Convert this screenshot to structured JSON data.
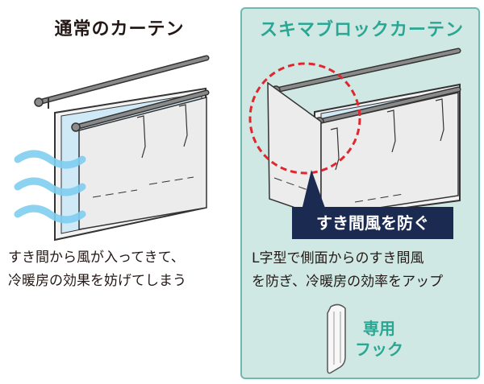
{
  "left": {
    "title": "通常のカーテン",
    "desc_line1": "すき間から風が入ってきて、",
    "desc_line2": "冷暖房の効果を妨げてしまう"
  },
  "right": {
    "title": "スキマブロックカーテン",
    "badge": "すき間風を防ぐ",
    "desc_line1": "L字型で側面からのすき間風",
    "desc_line2": "を防ぎ、冷暖房の効率をアップ",
    "hook_line1": "専用",
    "hook_line2": "フック"
  },
  "colors": {
    "accent": "#2aa693",
    "panel_bg": "#cfe8e3",
    "badge_bg": "#1a2a50",
    "wind": "#7fcdf0",
    "highlight_circle": "#e0262e"
  }
}
